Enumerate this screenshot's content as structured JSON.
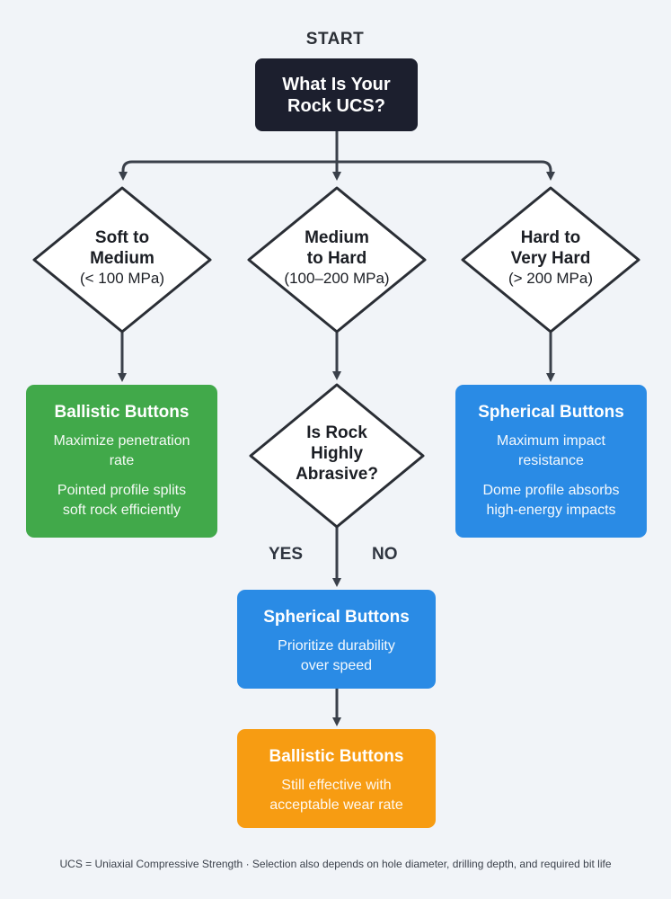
{
  "start": {
    "label": "START",
    "question_line1": "What Is Your",
    "question_line2": "Rock UCS?"
  },
  "diamonds": {
    "soft": {
      "line1": "Soft to",
      "line2": "Medium",
      "range": "(< 100 MPa)"
    },
    "medium": {
      "line1": "Medium",
      "line2": "to Hard",
      "range": "(100–200 MPa)"
    },
    "hard": {
      "line1": "Hard to",
      "line2": "Very Hard",
      "range": "(> 200 MPa)"
    },
    "abrasive": {
      "line1": "Is Rock",
      "line2": "Highly",
      "line3": "Abrasive?"
    }
  },
  "branch_labels": {
    "yes": "YES",
    "no": "NO"
  },
  "boxes": {
    "ballistic_soft": {
      "title": "Ballistic Buttons",
      "line1": "Maximize penetration",
      "line2": "rate",
      "line3": "Pointed profile splits",
      "line4": "soft rock efficiently"
    },
    "spherical_hard": {
      "title": "Spherical Buttons",
      "line1": "Maximum impact",
      "line2": "resistance",
      "line3": "Dome profile absorbs",
      "line4": "high-energy impacts"
    },
    "spherical_abrasive": {
      "title": "Spherical Buttons",
      "line1": "Prioritize durability",
      "line2": "over speed"
    },
    "ballistic_nonabrasive": {
      "title": "Ballistic Buttons",
      "line1": "Still effective with",
      "line2": "acceptable wear rate"
    }
  },
  "footnote": "UCS = Uniaxial Compressive Strength · Selection also depends on hole diameter, drilling depth, and required bit life",
  "colors": {
    "background": "#f1f4f8",
    "start_box": "#1c1f2e",
    "connector": "#3a404a",
    "diamond_border": "#2a2e35",
    "green": "#41a94a",
    "blue": "#2a8be5",
    "orange": "#f79c12"
  }
}
